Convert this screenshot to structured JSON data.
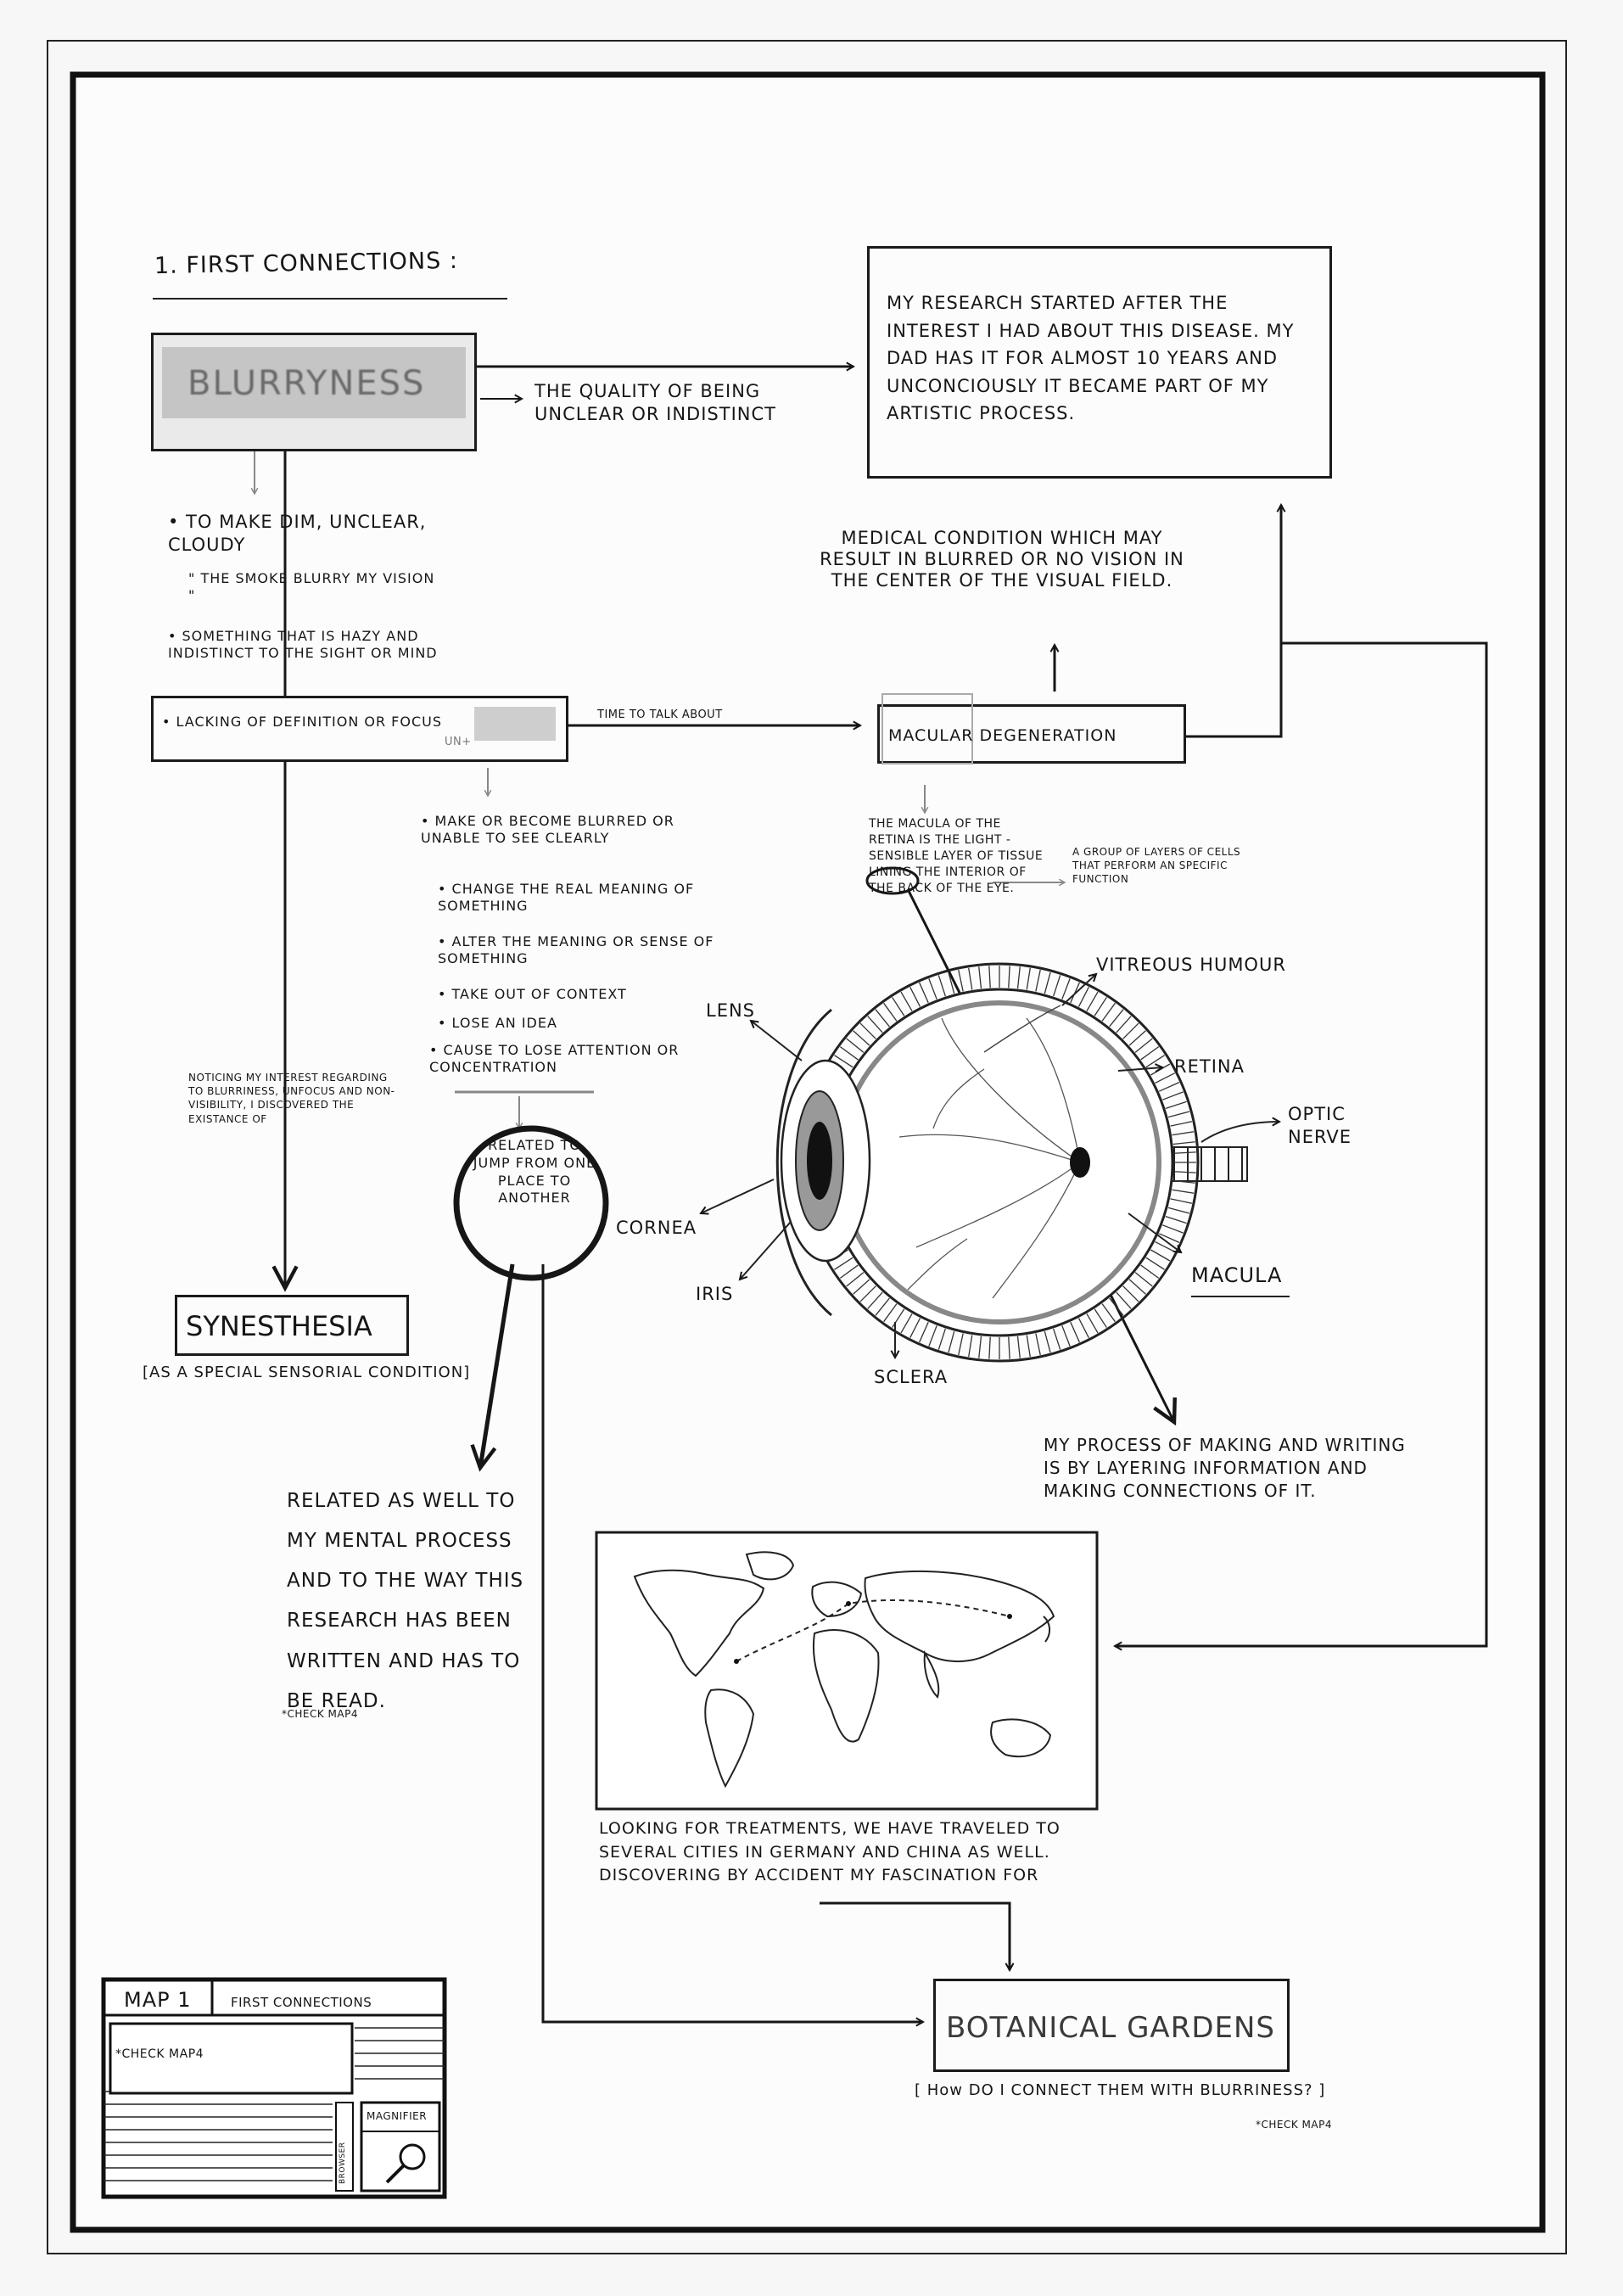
{
  "map_title": "1. FIRST CONNECTIONS :",
  "blurryness": {
    "word": "BLURRYNESS",
    "definition": "THE QUALITY OF BEING UNCLEAR OR INDISTINCT"
  },
  "research_note": "MY RESEARCH STARTED AFTER THE INTEREST I HAD ABOUT THIS DISEASE. MY DAD HAS IT FOR ALMOST 10 YEARS AND UNCONCIOUSLY IT BECAME PART OF MY ARTISTIC PROCESS.",
  "blur_definitions": {
    "item1": "• TO MAKE DIM, UNCLEAR, CLOUDY",
    "item1_example": "\" THE SMOKE BLURRY MY VISION \"",
    "item2": "• SOMETHING THAT IS HAZY AND INDISTINCT TO THE SIGHT OR MIND"
  },
  "lacking_box": "• LACKING OF DEFINITION OR FOCUS",
  "unfocus_prefix": "UN+",
  "time_to_talk": "TIME TO TALK ABOUT",
  "medical_condition": "MEDICAL CONDITION WHICH MAY RESULT IN BLURRED OR NO VISION IN THE CENTER OF THE VISUAL FIELD.",
  "macular_degeneration": "MACULAR DEGENERATION",
  "macula_note": "THE MACULA OF THE RETINA IS THE LIGHT - SENSIBLE LAYER OF TISSUE LINING THE INTERIOR OF THE BACK OF THE EYE.",
  "layer_note": "A GROUP OF LAYERS OF CELLS THAT PERFORM AN SPECIFIC FUNCTION",
  "unfocus_meanings": [
    "• MAKE OR BECOME BLURRED OR UNABLE TO SEE CLEARLY",
    "• CHANGE THE REAL MEANING OF SOMETHING",
    "• ALTER THE MEANING OR SENSE OF SOMETHING",
    "• TAKE OUT OF CONTEXT",
    "• LOSE AN IDEA",
    "• CAUSE TO LOSE ATTENTION OR CONCENTRATION"
  ],
  "noticing_note": "NOTICING MY INTEREST REGARDING TO BLURRINESS, UNFOCUS AND NON-VISIBILITY, I DISCOVERED THE EXISTANCE OF",
  "synesthesia": "SYNESTHESIA",
  "synesthesia_sub": "[AS A SPECIAL SENSORIAL CONDITION]",
  "related_circle": "RELATED TO JUMP FROM ONE PLACE TO ANOTHER",
  "related_mental": "RELATED AS WELL TO MY MENTAL PROCESS AND TO THE WAY THIS RESEARCH HAS BEEN WRITTEN AND HAS TO BE READ.",
  "check_map4_a": "*CHECK MAP4",
  "eye_labels": {
    "lens": "LENS",
    "vitreous": "VITREOUS HUMOUR",
    "retina": "RETINA",
    "optic": "OPTIC NERVE",
    "cornea": "CORNEA",
    "iris": "IRIS",
    "macula": "MACULA",
    "sclera": "SCLERA"
  },
  "process_note": "MY PROCESS OF MAKING AND WRITING IS BY LAYERING INFORMATION AND MAKING CONNECTIONS OF IT.",
  "treatments_note": "LOOKING FOR TREATMENTS, WE HAVE TRAVELED TO SEVERAL CITIES IN GERMANY AND CHINA AS WELL. DISCOVERING BY ACCIDENT MY FASCINATION FOR",
  "botanical": "BOTANICAL GARDENS",
  "botanical_q": "[ How DO I CONNECT THEM WITH BLURRINESS? ]",
  "check_map4_b": "*CHECK MAP4",
  "legend": {
    "map_no": "MAP 1",
    "map_name": "FIRST CONNECTIONS",
    "note": "*CHECK MAP4",
    "browser": "BROWSER",
    "magnifier": "MAGNIFIER"
  }
}
